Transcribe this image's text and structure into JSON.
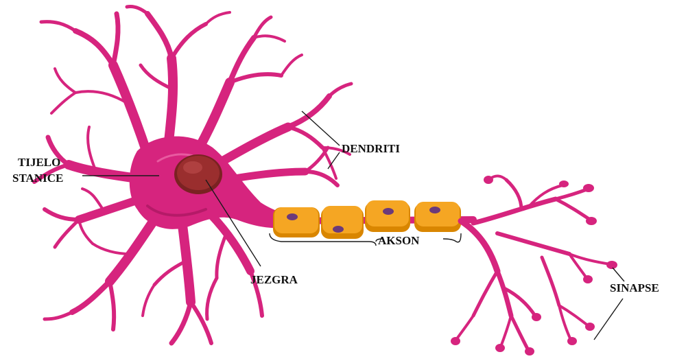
{
  "labels": {
    "cell_body_line1": "TIJELO",
    "cell_body_line2": "STANICE",
    "dendrites": "DENDRITI",
    "nucleus": "JEZGRA",
    "axon": "AKSON",
    "synapses": "SINAPSE"
  },
  "colors": {
    "neuron": "#d6247e",
    "neuron_shade": "#b51a68",
    "nucleus": "#8e2a2a",
    "myelin": "#f5a623",
    "myelin_edge": "#d98600",
    "myelin_nucleus": "#6b3a7a",
    "leader_line": "#1a1a1a"
  }
}
